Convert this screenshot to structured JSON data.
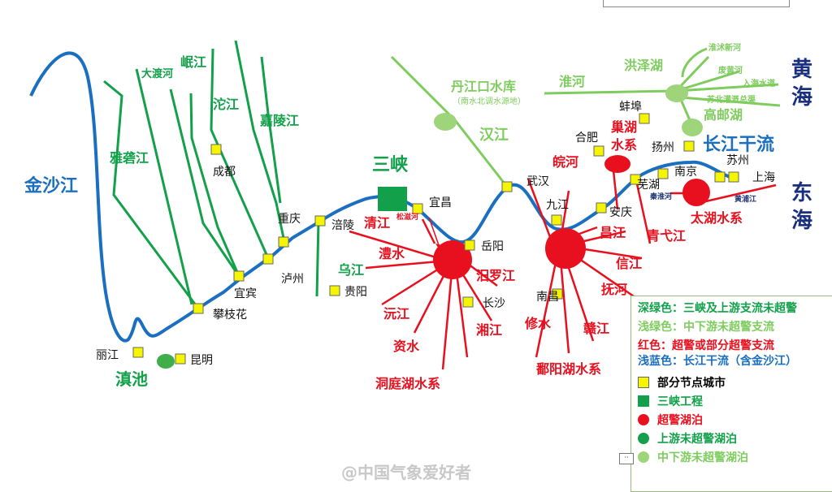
{
  "colors": {
    "dark_green": "#12a04a",
    "light_green": "#7fcc5e",
    "red": "#e8101e",
    "blue": "#1a6fc0",
    "city": "#f5f500"
  },
  "rivers_upper": [
    "金沙江",
    "雅砻江",
    "大渡河",
    "岷江",
    "沱江",
    "嘉陵江",
    "乌江"
  ],
  "rivers_middle": [
    "丹江口水库",
    "（南水北调水源地）",
    "汉江",
    "淮河",
    "洪泽湖",
    "淮沭新河",
    "废黄河",
    "入海水道",
    "苏北灌溉总渠",
    "高邮湖"
  ],
  "rivers_red": [
    "清江",
    "松滋河",
    "澧水",
    "汨罗江",
    "乌江",
    "沅江",
    "湘江",
    "资水",
    "皖河",
    "巢湖",
    "水系",
    "昌江",
    "青弋江",
    "信江",
    "抚河",
    "修水",
    "赣江",
    "秦淮河",
    "黄浦江",
    "太湖水系",
    "洞庭湖水系",
    "鄱阳湖水系"
  ],
  "main_stem": "长江干流",
  "three_gorges": "三峡",
  "lake_dianchi": "滇池",
  "seas": [
    "黄",
    "海",
    "东",
    "海"
  ],
  "cities": [
    "丽江",
    "昆明",
    "攀枝花",
    "宜宾",
    "泸州",
    "成都",
    "重庆",
    "涪陵",
    "贵阳",
    "宜昌",
    "岳阳",
    "长沙",
    "武汉",
    "九江",
    "南昌",
    "安庆",
    "芜湖",
    "南京",
    "扬州",
    "合肥",
    "蚌埠",
    "苏州",
    "上海"
  ],
  "legend": {
    "dark_green": "深绿色：三峡及上游支流未超警",
    "light_green": "浅绿色：中下游未超警支流",
    "red": "红色：超警或部分超警支流",
    "blue": "浅蓝色：长江干流（含金沙江）",
    "city": "部分节点城市",
    "dam": "三峡工程",
    "lake_over": "超警湖泊",
    "lake_upper": "上游未超警湖泊",
    "lake_mid": "中下游未超警湖泊"
  },
  "watermark": "@中国气象爱好者",
  "expand": "··"
}
